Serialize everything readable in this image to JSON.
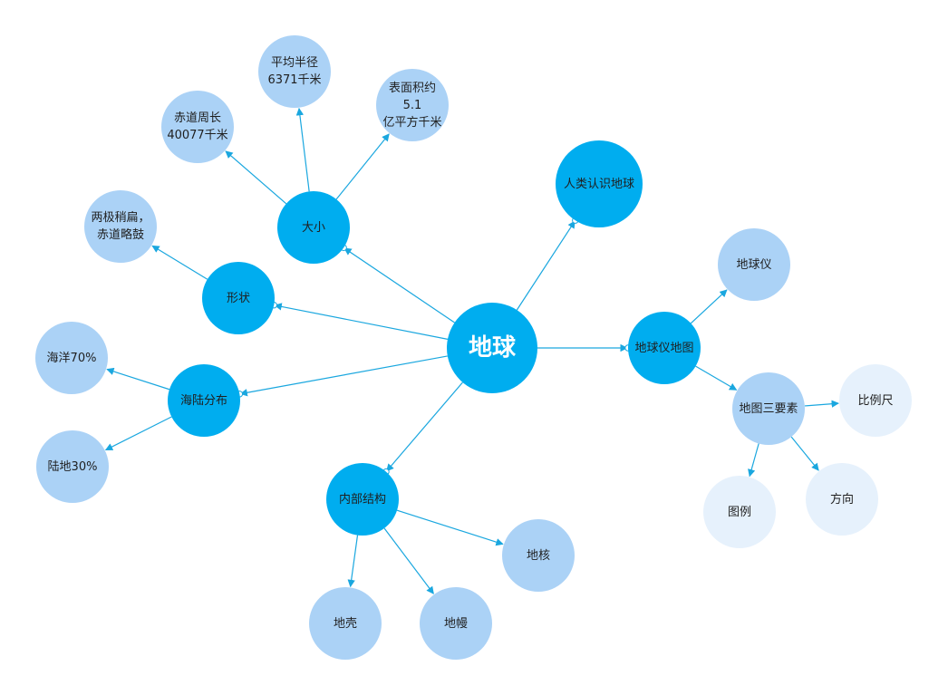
{
  "colors": {
    "primary": "#00ADEF",
    "secondary": "#ABD2F6",
    "tertiary": "#E6F1FC",
    "edge": "#1AA7DF"
  },
  "nodes": [
    {
      "id": "earth",
      "label": "地球",
      "level": "root"
    },
    {
      "id": "size",
      "label": "大小",
      "level": "primary"
    },
    {
      "id": "shape",
      "label": "形状",
      "level": "primary"
    },
    {
      "id": "land-sea",
      "label": "海陆分布",
      "level": "primary"
    },
    {
      "id": "inner",
      "label": "内部结构",
      "level": "primary"
    },
    {
      "id": "knowing",
      "label": "人类认识地球",
      "level": "primary"
    },
    {
      "id": "globe-map",
      "label": "地球仪地图",
      "level": "primary"
    },
    {
      "id": "equator",
      "label": "赤道周长\n40077千米",
      "level": "secondary"
    },
    {
      "id": "radius",
      "label": "平均半径\n6371千米",
      "level": "secondary"
    },
    {
      "id": "area",
      "label": "表面积约5.1\n亿平方千米",
      "level": "secondary"
    },
    {
      "id": "flat",
      "label": "两极稍扁，\n赤道略鼓",
      "level": "secondary"
    },
    {
      "id": "ocean",
      "label": "海洋70%",
      "level": "secondary"
    },
    {
      "id": "land",
      "label": "陆地30%",
      "level": "secondary"
    },
    {
      "id": "crust",
      "label": "地壳",
      "level": "secondary"
    },
    {
      "id": "mantle",
      "label": "地幔",
      "level": "secondary"
    },
    {
      "id": "core",
      "label": "地核",
      "level": "secondary"
    },
    {
      "id": "globe",
      "label": "地球仪",
      "level": "secondary"
    },
    {
      "id": "elements",
      "label": "地图三要素",
      "level": "secondary"
    },
    {
      "id": "scale",
      "label": "比例尺",
      "level": "tertiary"
    },
    {
      "id": "legend",
      "label": "图例",
      "level": "tertiary"
    },
    {
      "id": "direction",
      "label": "方向",
      "level": "tertiary"
    }
  ],
  "edges": [
    {
      "from": "earth",
      "to": "size"
    },
    {
      "from": "earth",
      "to": "shape"
    },
    {
      "from": "earth",
      "to": "land-sea"
    },
    {
      "from": "earth",
      "to": "inner"
    },
    {
      "from": "earth",
      "to": "knowing"
    },
    {
      "from": "earth",
      "to": "globe-map"
    },
    {
      "from": "size",
      "to": "equator"
    },
    {
      "from": "size",
      "to": "radius"
    },
    {
      "from": "size",
      "to": "area"
    },
    {
      "from": "shape",
      "to": "flat"
    },
    {
      "from": "land-sea",
      "to": "ocean"
    },
    {
      "from": "land-sea",
      "to": "land"
    },
    {
      "from": "inner",
      "to": "crust"
    },
    {
      "from": "inner",
      "to": "mantle"
    },
    {
      "from": "inner",
      "to": "core"
    },
    {
      "from": "globe-map",
      "to": "globe"
    },
    {
      "from": "globe-map",
      "to": "elements"
    },
    {
      "from": "elements",
      "to": "scale"
    },
    {
      "from": "elements",
      "to": "legend"
    },
    {
      "from": "elements",
      "to": "direction"
    }
  ]
}
